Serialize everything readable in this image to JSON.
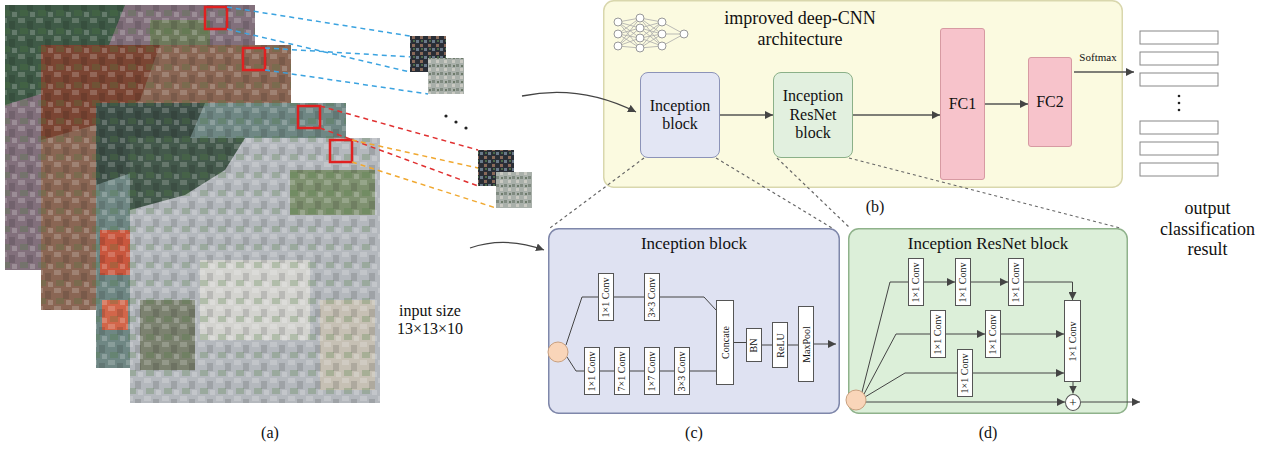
{
  "diagram": {
    "nodes": [
      {
        "text": [
          "improved deep-CNN architecture"
        ]
      },
      {
        "text": [
          "Inception block"
        ],
        "in": 0
      },
      {
        "text": [
          "Inception ResNet block"
        ],
        "in": 0
      },
      {
        "text": [
          "FC1"
        ],
        "in": 0
      },
      {
        "text": [
          "FC2"
        ],
        "in": 0
      },
      {
        "text": [
          "Inception block"
        ]
      },
      {
        "text": [
          "1×1 Conv"
        ],
        "in": 5
      },
      {
        "text": [
          "3×3 Conv"
        ],
        "in": 5
      },
      {
        "text": [
          "1×1 Conv"
        ],
        "in": 5
      },
      {
        "text": [
          "7×1 Conv"
        ],
        "in": 5
      },
      {
        "text": [
          "1×7 Conv"
        ],
        "in": 5
      },
      {
        "text": [
          "3×3 Conv"
        ],
        "in": 5
      },
      {
        "text": [
          "Concate"
        ],
        "in": 5
      },
      {
        "text": [
          "BN"
        ],
        "in": 5
      },
      {
        "text": [
          "ReLU"
        ],
        "in": 5
      },
      {
        "text": [
          "MaxPool"
        ],
        "in": 5
      },
      {
        "text": [
          "Inception ResNet block"
        ]
      },
      {
        "text": [
          "1×1 Conv"
        ],
        "in": 16
      },
      {
        "text": [
          "1×1 Conv"
        ],
        "in": 16
      },
      {
        "text": [
          "1×1 Conv"
        ],
        "in": 16
      },
      {
        "text": [
          "1×1 Conv"
        ],
        "in": 16
      },
      {
        "text": [
          "1×1 Conv"
        ],
        "in": 16
      },
      {
        "text": [
          "1×1 Conv"
        ],
        "in": 16
      },
      {
        "text": [
          "1×1 Conv"
        ],
        "in": 16
      },
      {
        "text": [
          "+"
        ],
        "in": 16
      }
    ],
    "edges": [
      {
        "from": 1,
        "to": 2,
        "arrow": "to"
      },
      {
        "from": 2,
        "to": 3,
        "arrow": "to"
      },
      {
        "from": 3,
        "to": 4,
        "arrow": "to"
      },
      {
        "from": 1,
        "to": 5,
        "arrow": "none"
      },
      {
        "from": 2,
        "to": 16,
        "arrow": "none"
      },
      {
        "from": 6,
        "to": 7,
        "arrow": "none"
      },
      {
        "from": 7,
        "to": 12,
        "arrow": "none"
      },
      {
        "from": 8,
        "to": 9,
        "arrow": "none"
      },
      {
        "from": 9,
        "to": 10,
        "arrow": "none"
      },
      {
        "from": 10,
        "to": 11,
        "arrow": "none"
      },
      {
        "from": 11,
        "to": 12,
        "arrow": "none"
      },
      {
        "from": 12,
        "to": 13,
        "arrow": "none"
      },
      {
        "from": 13,
        "to": 14,
        "arrow": "none"
      },
      {
        "from": 14,
        "to": 15,
        "arrow": "none"
      },
      {
        "from": 17,
        "to": 18,
        "arrow": "to"
      },
      {
        "from": 18,
        "to": 19,
        "arrow": "to"
      },
      {
        "from": 19,
        "to": 23,
        "arrow": "to"
      },
      {
        "from": 20,
        "to": 21,
        "arrow": "to"
      },
      {
        "from": 21,
        "to": 23,
        "arrow": "to"
      },
      {
        "from": 22,
        "to": 23,
        "arrow": "to"
      },
      {
        "from": 23,
        "to": 24,
        "arrow": "to"
      }
    ],
    "labels": [
      "input size 13×13×10",
      "(a)",
      "Softmax",
      "output classification result",
      "(b)",
      "(c)",
      "(d)"
    ]
  }
}
